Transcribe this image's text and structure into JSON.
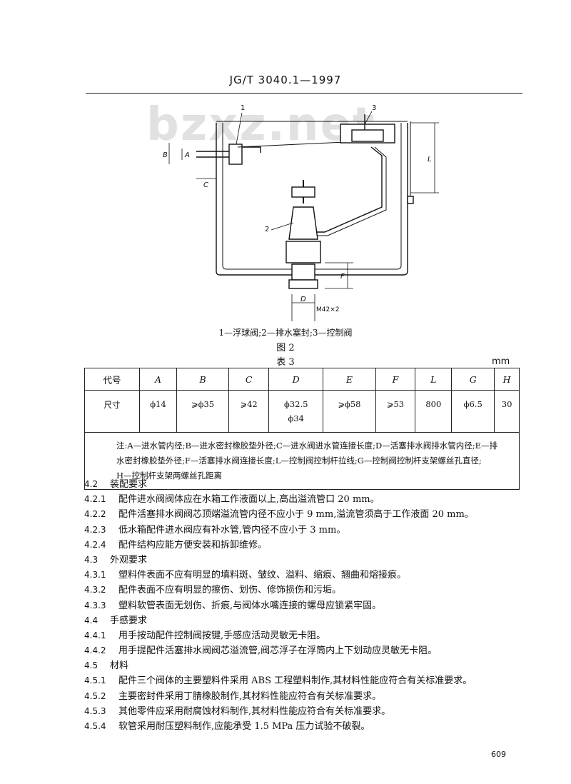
{
  "header": {
    "standard_no": "JG/T 3040.1—1997"
  },
  "watermark": "bzxz.net",
  "figure": {
    "labels": {
      "n1": "1",
      "n2": "2",
      "n3": "3",
      "A": "A",
      "B": "B",
      "C": "C",
      "D": "D",
      "F": "F",
      "L": "L",
      "thread": "M42×2"
    },
    "legend": "1—浮球阀;2—排水塞封;3—控制阀",
    "title": "图 2"
  },
  "table": {
    "title": "表 3",
    "unit": "mm",
    "header": [
      "代号",
      "A",
      "B",
      "C",
      "D",
      "E",
      "F",
      "L",
      "G",
      "H"
    ],
    "values": [
      "尺寸",
      "ϕ14",
      "⩾ϕ35",
      "⩾42",
      "ϕ32.5",
      "⩾ϕ58",
      "⩾53",
      "800",
      "ϕ6.5",
      "30"
    ],
    "d_second": "ϕ34",
    "note_lines": [
      "注:A—进水管内径;B—进水密封橡胶垫外径;C—进水阀进水管连接长度;D—活塞排水阀排水管内径;E—排",
      "水密封橡胶垫外径;F—活塞排水阀连接长度;L—控制阀控制杆拉线;G—控制阀控制杆支架螺丝孔直径;",
      "H—控制杆支架两螺丝孔距离"
    ]
  },
  "sections": [
    {
      "num": "4.2",
      "text": "装配要求"
    },
    {
      "num": "4.2.1",
      "text": "配件进水阀阀体应在水箱工作液面以上,高出溢流管口 20 mm。"
    },
    {
      "num": "4.2.2",
      "text": "配件活塞排水阀阀芯顶端溢流管内径不应小于 9 mm,溢流管须高于工作液面 20 mm。"
    },
    {
      "num": "4.2.3",
      "text": "低水箱配件进水阀应有补水管,管内径不应小于 3 mm。"
    },
    {
      "num": "4.2.4",
      "text": "配件结构应能方便安装和拆卸维修。"
    },
    {
      "num": "4.3",
      "text": "外观要求"
    },
    {
      "num": "4.3.1",
      "text": "塑料件表面不应有明显的填料斑、皱纹、溢料、缩痕、翘曲和熔接痕。"
    },
    {
      "num": "4.3.2",
      "text": "配件表面不应有明显的擦伤、划伤、修饰损伤和污垢。"
    },
    {
      "num": "4.3.3",
      "text": "塑料软管表面无划伤、折痕,与阀体水嘴连接的螺母应锁紧牢固。"
    },
    {
      "num": "4.4",
      "text": "手感要求"
    },
    {
      "num": "4.4.1",
      "text": "用手按动配件控制阀按键,手感应活动灵敏无卡阻。"
    },
    {
      "num": "4.4.2",
      "text": "用手提配件活塞排水阀阀芯溢流管,阀芯浮子在浮筒内上下划动应灵敏无卡阻。"
    },
    {
      "num": "4.5",
      "text": "材料"
    },
    {
      "num": "4.5.1",
      "text": "配件三个阀体的主要塑料件采用 ABS 工程塑料制作,其材料性能应符合有关标准要求。"
    },
    {
      "num": "4.5.2",
      "text": "主要密封件采用丁腈橡胶制作,其材料性能应符合有关标准要求。"
    },
    {
      "num": "4.5.3",
      "text": "其他零件应采用耐腐蚀材料制作,其材料性能应符合有关标准要求。"
    },
    {
      "num": "4.5.4",
      "text": "软管采用耐压塑料制作,应能承受 1.5 MPa 压力试验不破裂。"
    }
  ],
  "page_number": "609"
}
